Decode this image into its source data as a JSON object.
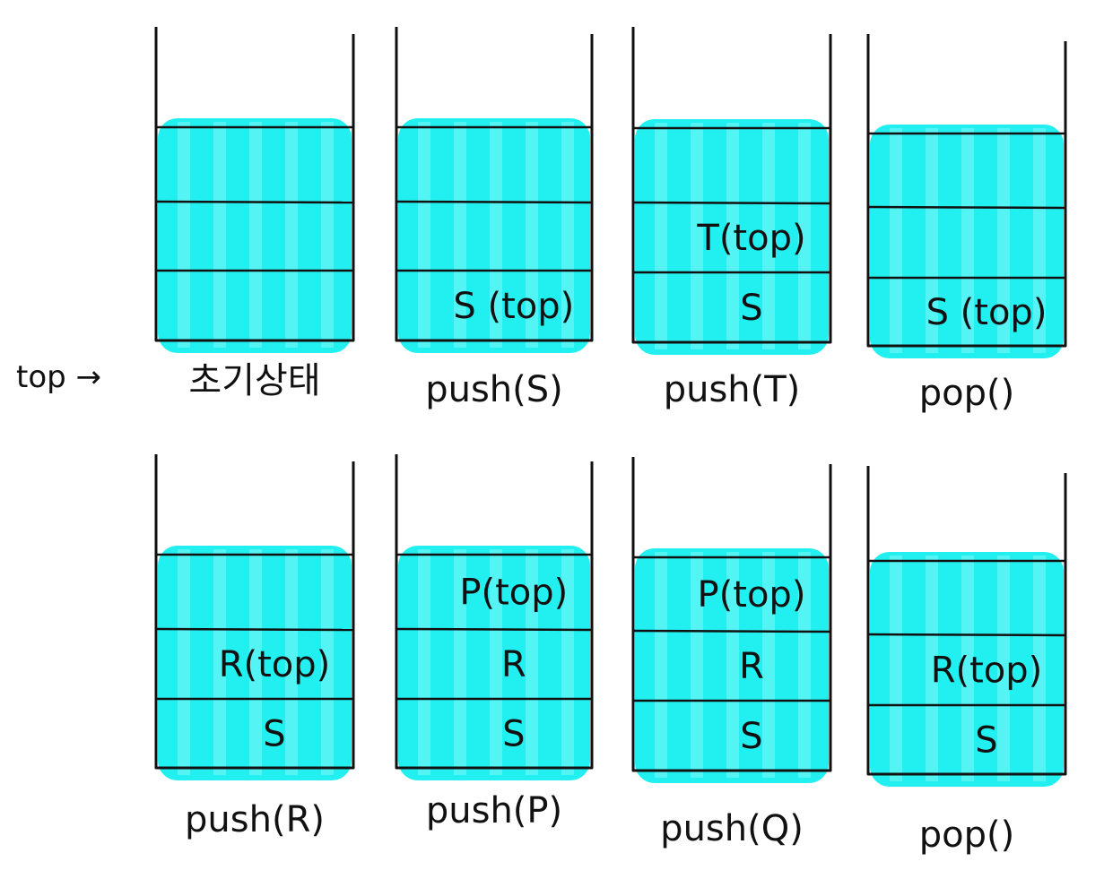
{
  "pointer_label": "top →",
  "stacks": [
    {
      "caption": "초기상태",
      "cells": [
        "",
        "",
        ""
      ]
    },
    {
      "caption": "push(S)",
      "cells": [
        "",
        "",
        "S (top)"
      ]
    },
    {
      "caption": "push(T)",
      "cells": [
        "",
        "T(top)",
        "S"
      ]
    },
    {
      "caption": "pop()",
      "cells": [
        "",
        "",
        "S (top)"
      ]
    },
    {
      "caption": "push(R)",
      "cells": [
        "",
        "R(top)",
        "S"
      ]
    },
    {
      "caption": "push(P)",
      "cells": [
        "P(top)",
        "R",
        "S"
      ]
    },
    {
      "caption": "push(Q)",
      "cells": [
        "P(top)",
        "R",
        "S"
      ]
    },
    {
      "caption": "pop()",
      "cells": [
        "",
        "R(top)",
        "S"
      ]
    }
  ],
  "colors": {
    "fill": "#22f0f0",
    "fill_light": "#7ff7f7",
    "ink": "#111111"
  }
}
